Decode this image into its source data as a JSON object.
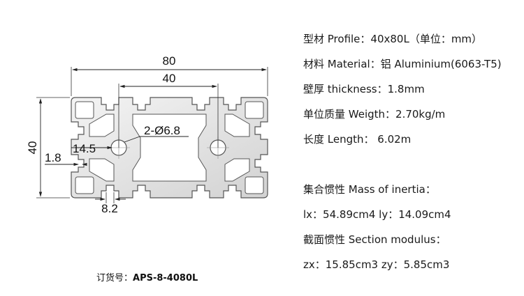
{
  "dimensions": {
    "width": "80",
    "slot_spacing": "40",
    "height": "40",
    "holes": "2-Ø6.8",
    "slot_depth": "14.5",
    "wall": "1.8",
    "slot_width": "8.2"
  },
  "order_info": {
    "label": "订货号：",
    "code": "APS-8-4080L"
  },
  "specs": [
    "型材 Profile：40x80L（单位：mm）",
    "材料 Material：铝 Aluminium(6063-T5)",
    "壁厚 thickness：1.8mm",
    "单位质量 Weigth：2.70kg/m",
    "长度 Length： 6.02m",
    "集合惯性 Mass of inertia：",
    "lx：54.89cm4   ly：14.09cm4",
    "截面惯性 Section modulus：",
    "zx：15.85cm3  zy：5.85cm3"
  ]
}
